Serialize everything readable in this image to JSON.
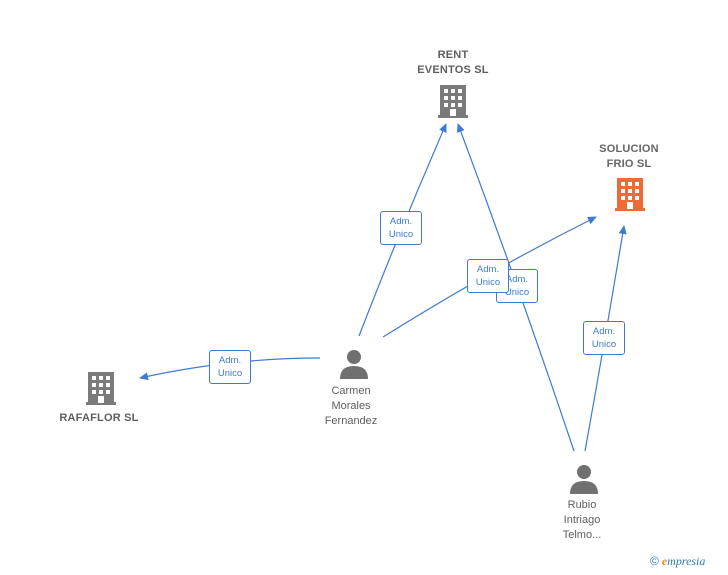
{
  "nodes": {
    "rent": {
      "label": "RENT\nEVENTOS  SL"
    },
    "solucion": {
      "label": "SOLUCION\nFRIO  SL"
    },
    "rafaflor": {
      "label": "RAFAFLOR  SL"
    },
    "carmen": {
      "label": "Carmen\nMorales\nFernandez"
    },
    "rubio": {
      "label": "Rubio\nIntriago\nTelmo..."
    }
  },
  "edges": {
    "carmen_rent": "Adm.\nUnico",
    "carmen_solucion": "Adm.\nUnico",
    "carmen_rafaflor": "Adm.\nUnico",
    "rubio_rent": "Adm.\nUnico",
    "rubio_solucion": "Adm.\nUnico"
  },
  "colors": {
    "edge": "#3d7bd1",
    "company": "#7a7a7a",
    "focus_company": "#f06a35",
    "person": "#707070"
  },
  "footer": {
    "copyright": "©",
    "brand_first": "e",
    "brand_rest": "mpresia"
  }
}
